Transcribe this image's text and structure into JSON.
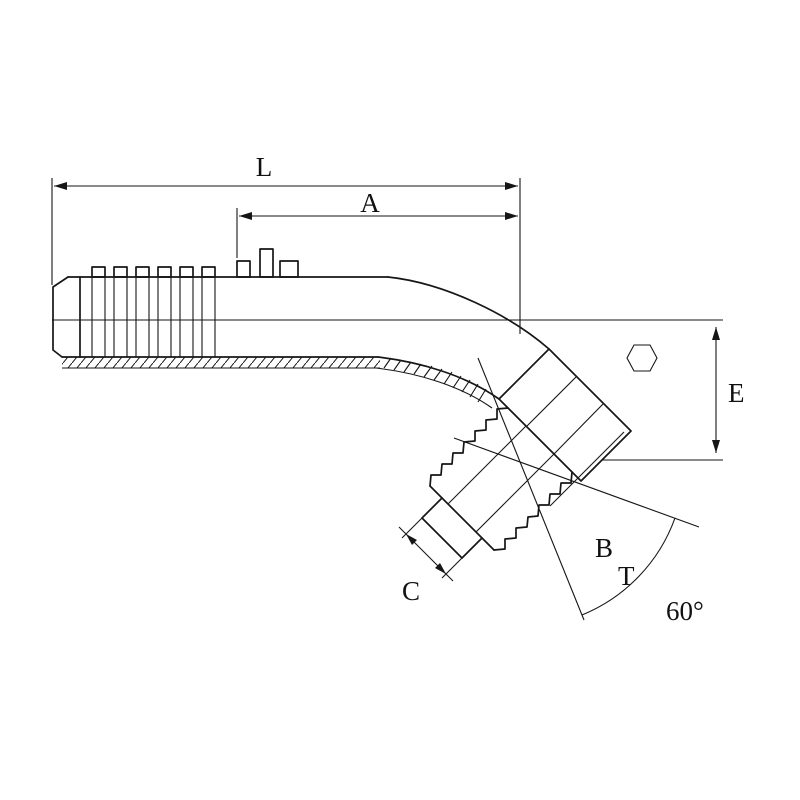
{
  "drawing": {
    "description": "technical line drawing of 45-degree hose fitting with female swivel nut",
    "colors": {
      "ink": "#161616",
      "background": "#ffffff"
    },
    "dimension_labels": {
      "L": "L",
      "A": "A",
      "E": "E",
      "B": "B",
      "T": "T",
      "C": "C",
      "angle": "60°"
    },
    "icons": {
      "hex_marker": "hexagon"
    }
  }
}
